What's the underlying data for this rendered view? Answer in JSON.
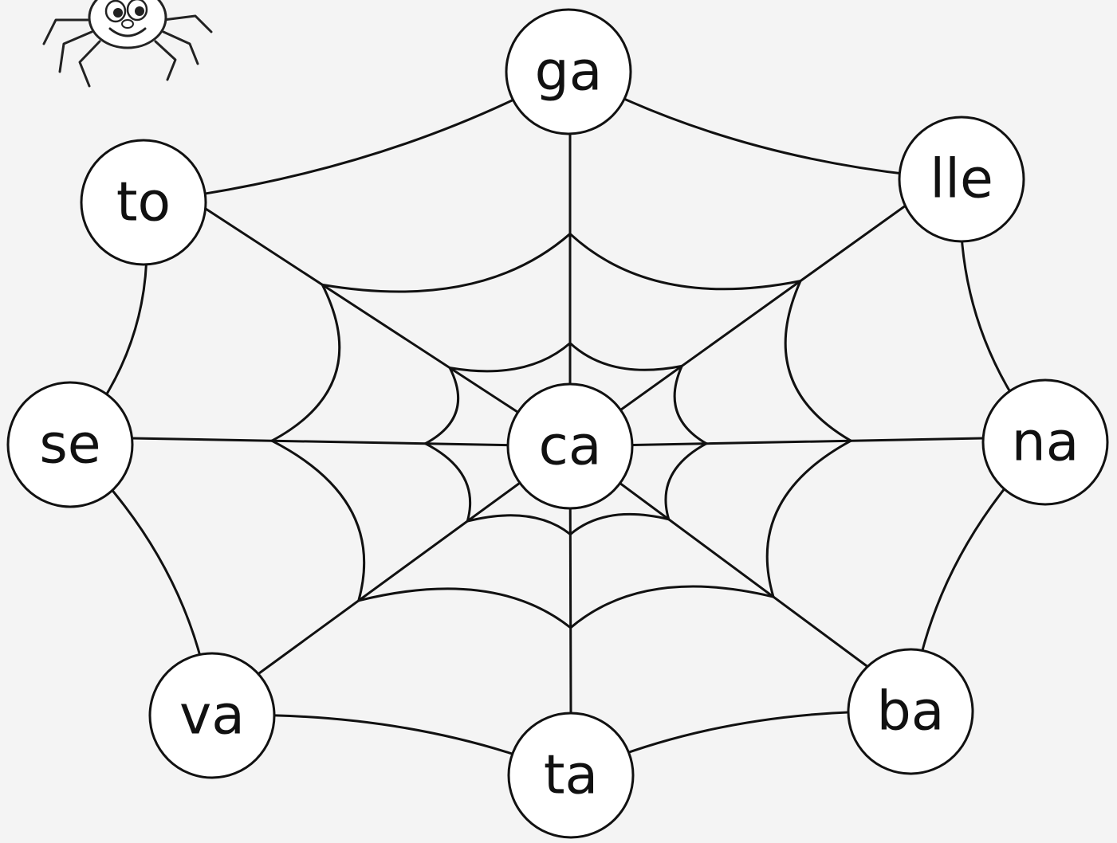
{
  "center": {
    "id": "ca",
    "label": "ca"
  },
  "outer": [
    {
      "id": "ga",
      "label": "ga"
    },
    {
      "id": "lle",
      "label": "lle"
    },
    {
      "id": "na",
      "label": "na"
    },
    {
      "id": "ba",
      "label": "ba"
    },
    {
      "id": "ta",
      "label": "ta"
    },
    {
      "id": "va",
      "label": "va"
    },
    {
      "id": "se",
      "label": "se"
    },
    {
      "id": "to",
      "label": "to"
    }
  ],
  "decoration": {
    "icon": "spider-icon"
  },
  "colors": {
    "ink": "#111111",
    "node_fill": "#ffffff",
    "background": "#f4f4f4"
  }
}
